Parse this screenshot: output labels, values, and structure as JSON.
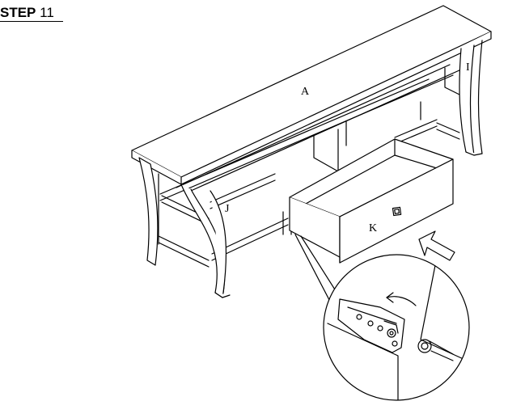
{
  "step": {
    "word": "STEP",
    "number": "11"
  },
  "parts": {
    "top": "A",
    "right_leg": "I",
    "left_leg": "J",
    "drawer": "K"
  },
  "colors": {
    "line": "#000000",
    "background": "#ffffff"
  },
  "icons": {
    "push_arrow": "push-arrow-icon",
    "rotate_arrow": "rotate-arrow-icon"
  }
}
